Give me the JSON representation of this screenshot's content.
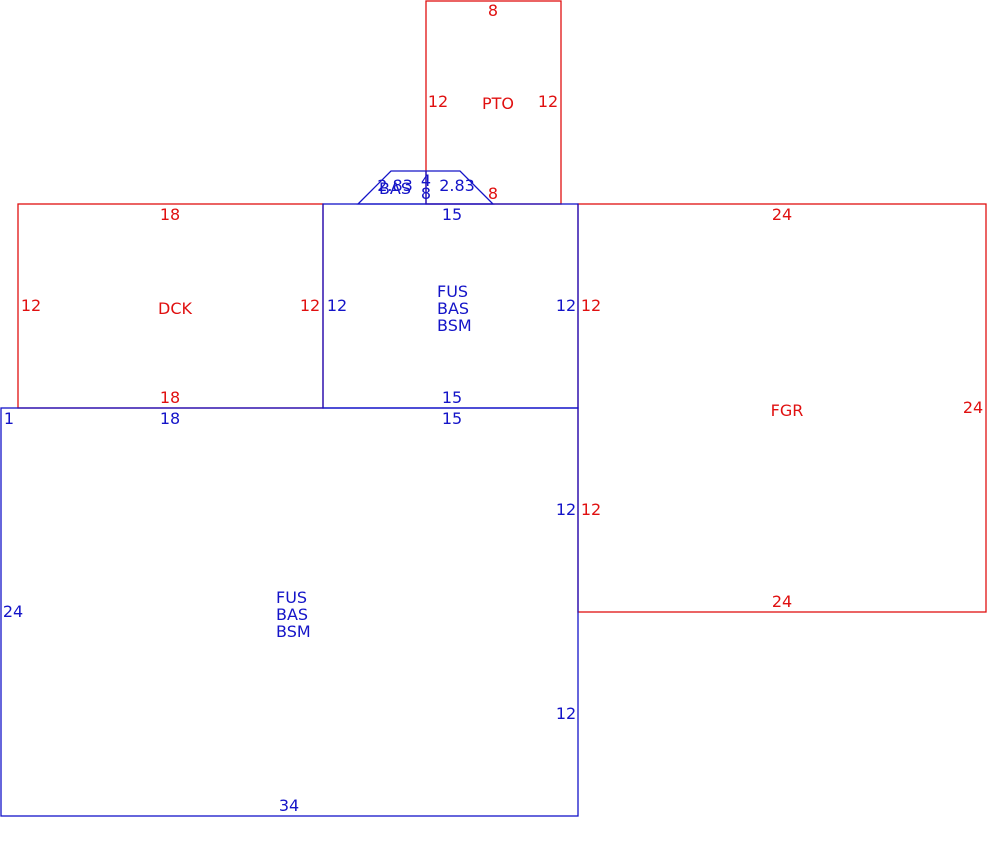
{
  "colors": {
    "exterior_area": "#e01010",
    "living_area": "#1414c8",
    "background": "#ffffff"
  },
  "areas": {
    "pto": {
      "label": "PTO",
      "top": "8",
      "left": "12",
      "right": "12",
      "bottom": "8"
    },
    "dck": {
      "label": "DCK",
      "top": "18",
      "left": "12",
      "right": "12",
      "bottom": "18"
    },
    "fgr": {
      "label": "FGR",
      "top": "24",
      "right": "24",
      "left": "12",
      "bottom": "24"
    },
    "upper_living": {
      "labels": [
        "FUS",
        "BAS",
        "BSM"
      ],
      "top": "15",
      "left": "12",
      "right": "12",
      "bottom": "15"
    },
    "bay": {
      "label": "BAS",
      "left_side": "2.83",
      "top": "4",
      "right_side": "2.83",
      "base": "8"
    },
    "main_living": {
      "labels": [
        "FUS",
        "BAS",
        "BSM"
      ],
      "top_left": "1",
      "top_mid": "18",
      "top_right": "15",
      "left": "24",
      "right_upper": "12",
      "right_lower": "12",
      "bottom": "34"
    }
  }
}
